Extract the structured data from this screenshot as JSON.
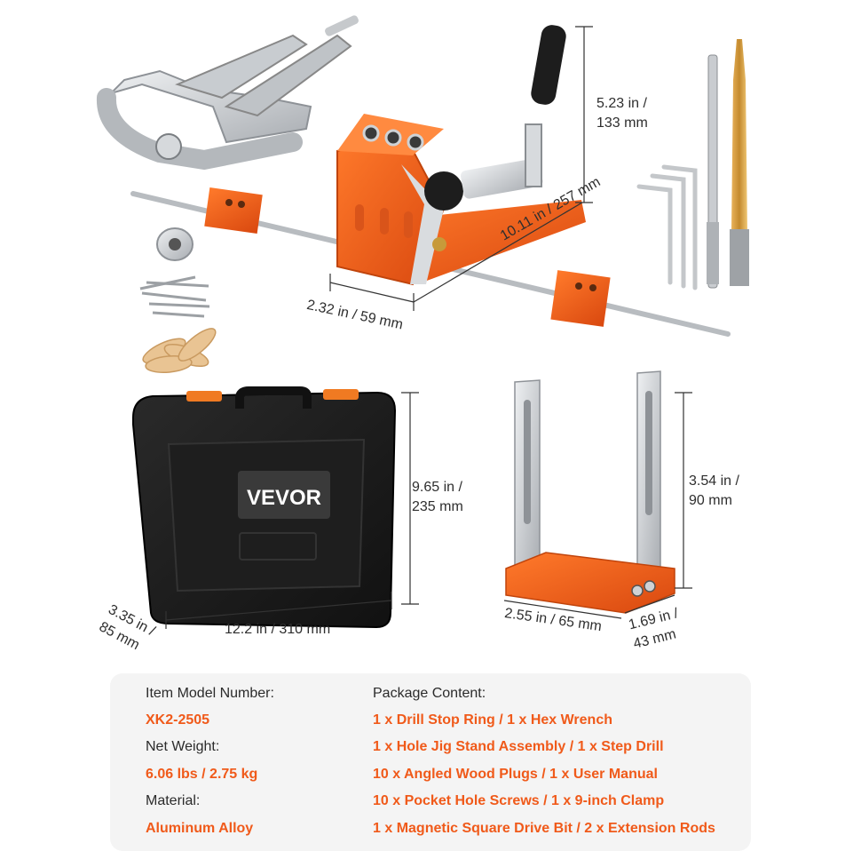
{
  "brand": {
    "logo_text": "VEVOR"
  },
  "colors": {
    "accent": "#f05a1a",
    "aluminum": "#cfd2d5",
    "case": "#1c1c1c",
    "card_bg": "#f4f4f4"
  },
  "dimensions": {
    "jig_height": [
      "5.23 in /",
      "133 mm"
    ],
    "jig_length": "10.11 in / 257 mm",
    "jig_width": "2.32 in / 59 mm",
    "case_height": [
      "9.65 in /",
      "235 mm"
    ],
    "case_width": "12.2 in / 310 mm",
    "case_depth": [
      "3.35 in /",
      "85 mm"
    ],
    "stand_height": [
      "3.54 in /",
      "90 mm"
    ],
    "stand_width": "2.55 in / 65 mm",
    "stand_depth": [
      "1.69 in /",
      "43 mm"
    ]
  },
  "specs": {
    "model_label": "Item Model Number:",
    "model_value": "XK2-2505",
    "weight_label": "Net Weight:",
    "weight_value": "6.06 lbs / 2.75 kg",
    "material_label": "Material:",
    "material_value": "Aluminum Alloy",
    "package_label": "Package Content:",
    "package_items": [
      "1 x Drill Stop Ring / 1 x Hex Wrench",
      "1 x Hole Jig Stand Assembly / 1 x Step Drill",
      "10 x Angled Wood Plugs / 1 x User Manual",
      "10 x Pocket Hole Screws / 1 x 9-inch Clamp",
      "1 x Magnetic Square Drive Bit / 2 x Extension Rods"
    ]
  }
}
